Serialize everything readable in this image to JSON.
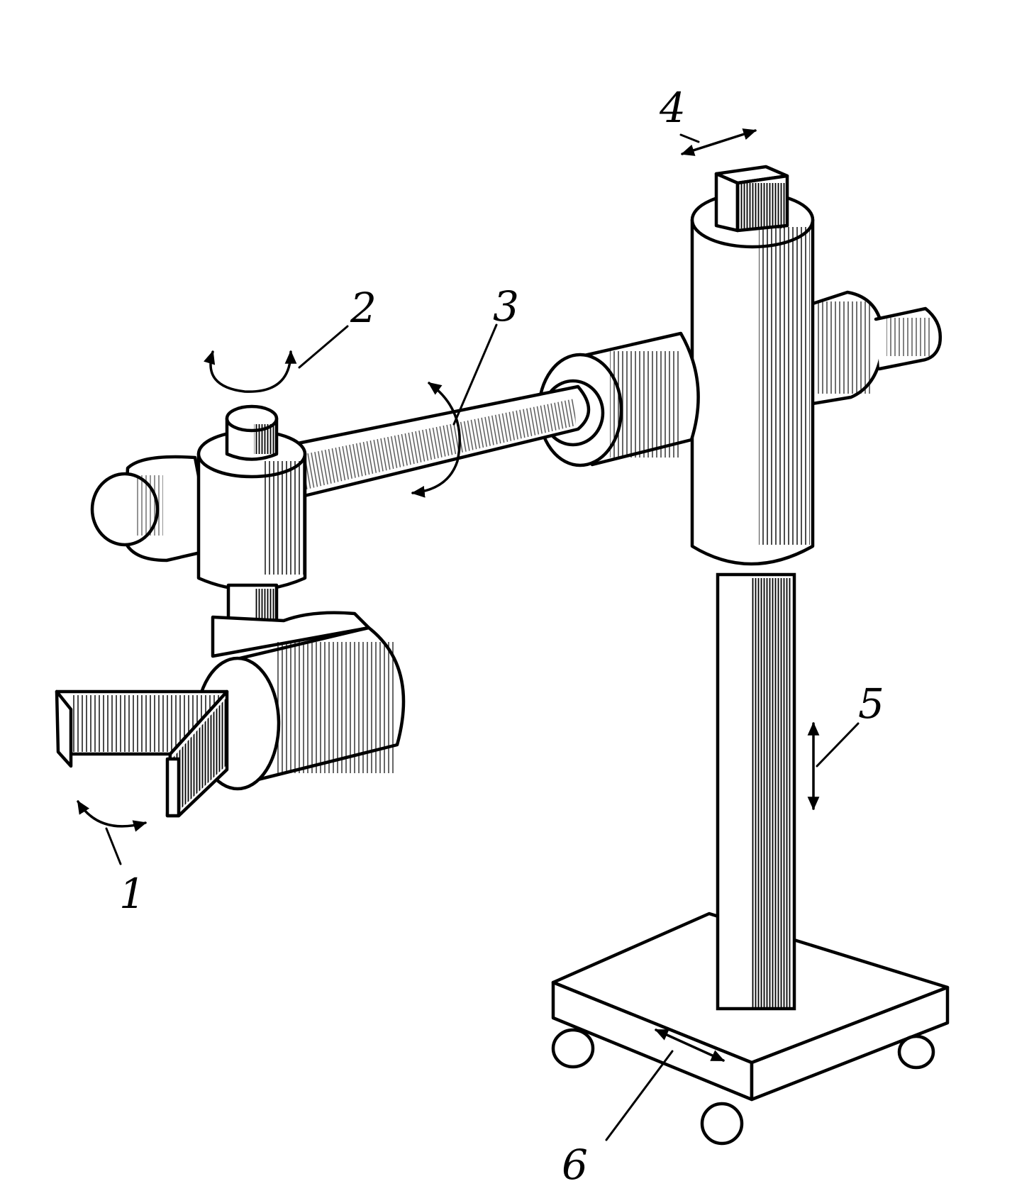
{
  "diagram": {
    "labels": [
      "1",
      "2",
      "3",
      "4",
      "5",
      "6"
    ]
  },
  "colors": {
    "ink": "#000000",
    "paper": "#ffffff"
  }
}
